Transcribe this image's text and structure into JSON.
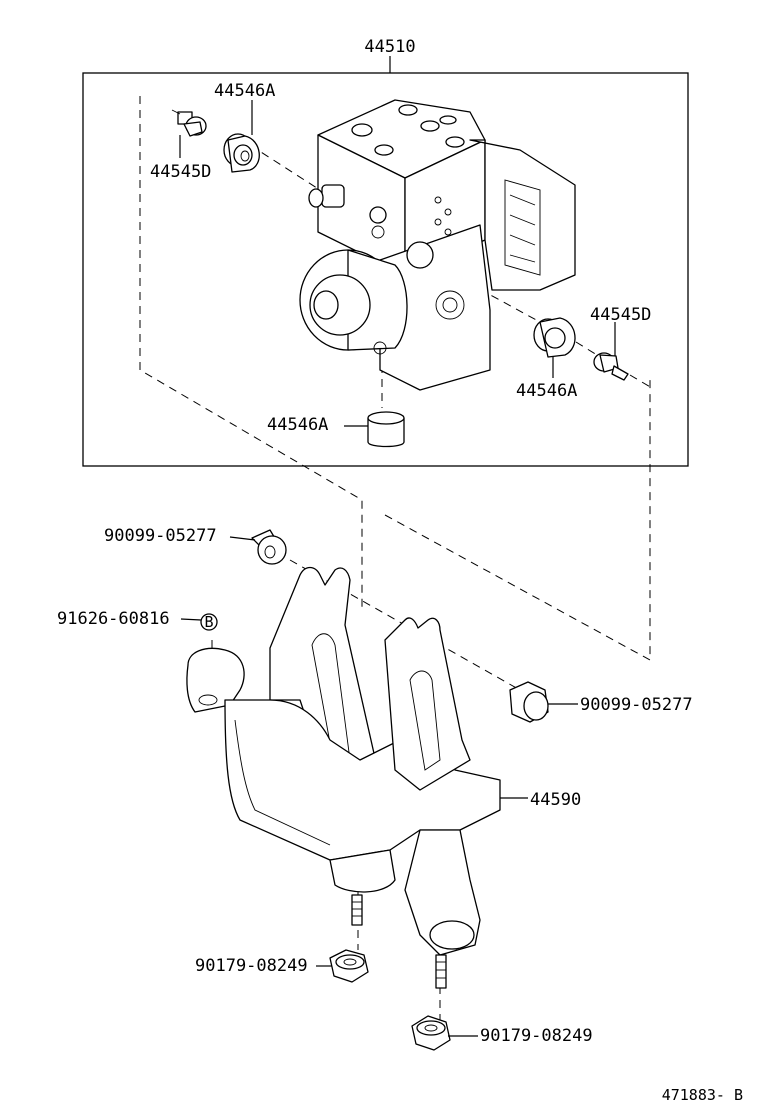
{
  "labels": {
    "actuator_assy": "44510",
    "cushion_top": "44546A",
    "bolt_top": "44545D",
    "bolt_right": "44545D",
    "cushion_right": "44546A",
    "cushion_bottom": "44546A",
    "bolt_upper_left": "90099-05277",
    "bolt_marked_b": "91626-60816",
    "mark_b": "B",
    "bolt_right_bracket": "90099-05277",
    "bracket": "44590",
    "nut_left": "90179-08249",
    "nut_right": "90179-08249"
  },
  "footer": {
    "figure_code": "471883- B"
  }
}
